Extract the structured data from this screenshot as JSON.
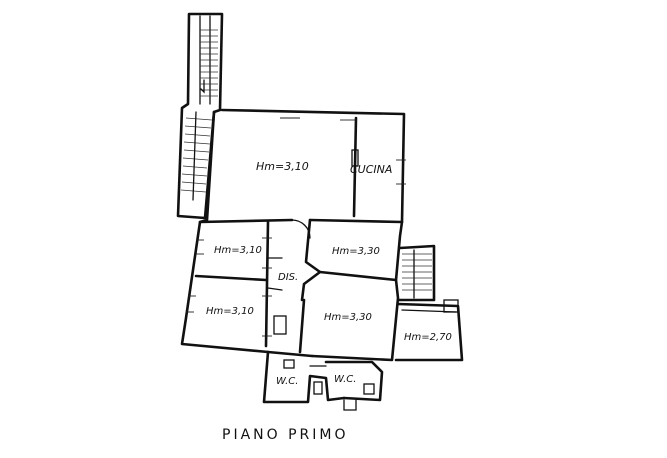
{
  "plan": {
    "title": "PIANO PRIMO",
    "rooms": [
      {
        "id": "soggiorno",
        "label": "Hm=3,10"
      },
      {
        "id": "cucina",
        "label": "CUCINA"
      },
      {
        "id": "camera-1",
        "label": "Hm=3,10"
      },
      {
        "id": "camera-2",
        "label": "Hm=3,30"
      },
      {
        "id": "dis",
        "label": "DIS."
      },
      {
        "id": "camera-3",
        "label": "Hm=3,10"
      },
      {
        "id": "camera-4",
        "label": "Hm=3,30"
      },
      {
        "id": "veranda",
        "label": "Hm=2,70"
      },
      {
        "id": "wc-1",
        "label": "W.C."
      },
      {
        "id": "wc-2",
        "label": "W.C."
      }
    ]
  }
}
